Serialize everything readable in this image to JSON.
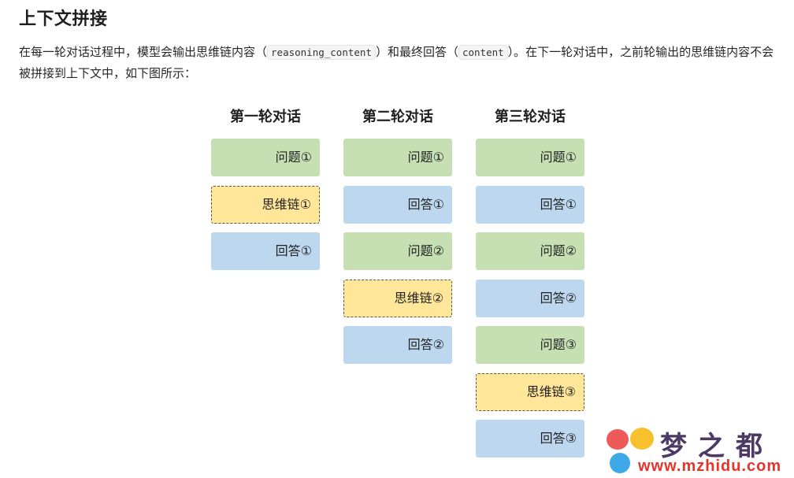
{
  "heading": "上下文拼接",
  "paragraph": {
    "text_before": "在每一轮对话过程中，模型会输出思维链内容（",
    "code1": "reasoning_content",
    "text_middle": "）和最终回答（",
    "code2": "content",
    "text_after": "）。在下一轮对话中，之前轮输出的思维链内容不会被拼接到上下文中，如下图所示："
  },
  "colors": {
    "question": "#c6e0b4",
    "answer": "#bdd7ee",
    "reasoning": "#ffe699"
  },
  "diagram": {
    "columns": [
      {
        "title": "第一轮对话",
        "blocks": [
          {
            "type": "question",
            "label": "问题①"
          },
          {
            "type": "reasoning",
            "label": "思维链①"
          },
          {
            "type": "answer",
            "label": "回答①"
          }
        ]
      },
      {
        "title": "第二轮对话",
        "blocks": [
          {
            "type": "question",
            "label": "问题①"
          },
          {
            "type": "answer",
            "label": "回答①"
          },
          {
            "type": "question",
            "label": "问题②"
          },
          {
            "type": "reasoning",
            "label": "思维链②"
          },
          {
            "type": "answer",
            "label": "回答②"
          }
        ]
      },
      {
        "title": "第三轮对话",
        "blocks": [
          {
            "type": "question",
            "label": "问题①"
          },
          {
            "type": "answer",
            "label": "回答①"
          },
          {
            "type": "question",
            "label": "问题②"
          },
          {
            "type": "answer",
            "label": "回答②"
          },
          {
            "type": "question",
            "label": "问题③"
          },
          {
            "type": "reasoning",
            "label": "思维链③"
          },
          {
            "type": "answer",
            "label": "回答③"
          }
        ]
      }
    ]
  },
  "watermark": {
    "title": "梦之都",
    "url": "www.mzhidu.com"
  }
}
